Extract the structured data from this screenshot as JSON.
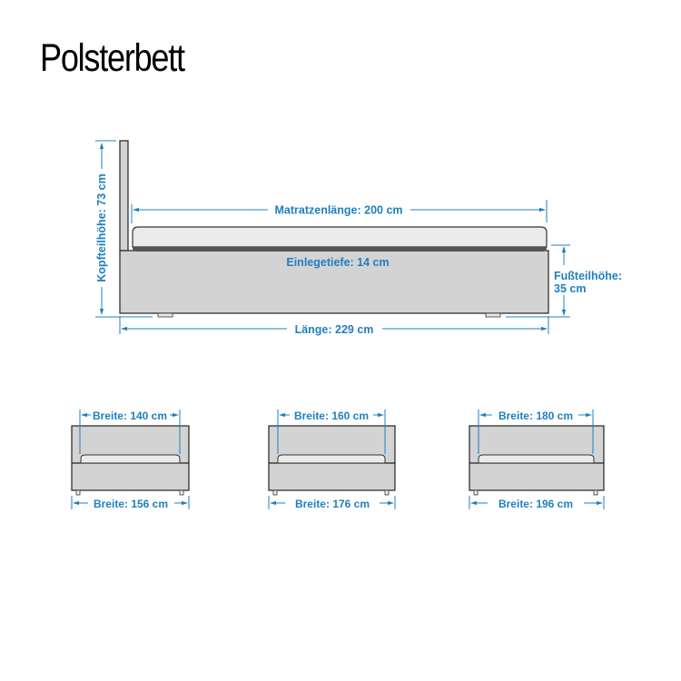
{
  "title": "Polsterbett",
  "colors": {
    "dimension": "#1f7fbf",
    "frame_fill": "#d3d3d3",
    "mattress_fill": "#ebebeb",
    "outline": "#222222"
  },
  "side_view": {
    "headboard_height_label": "Kopfteilhöhe: 73 cm",
    "mattress_length_label": "Matratzenlänge: 200 cm",
    "insert_depth_label": "Einlegetiefe: 14 cm",
    "footboard_height_label_line1": "Fußteilhöhe:",
    "footboard_height_label_line2": "35 cm",
    "length_label": "Länge: 229 cm"
  },
  "front_views": [
    {
      "inner_width_label": "Breite: 140 cm",
      "outer_width_label": "Breite: 156 cm"
    },
    {
      "inner_width_label": "Breite: 160 cm",
      "outer_width_label": "Breite: 176 cm"
    },
    {
      "inner_width_label": "Breite: 180 cm",
      "outer_width_label": "Breite: 196 cm"
    }
  ]
}
